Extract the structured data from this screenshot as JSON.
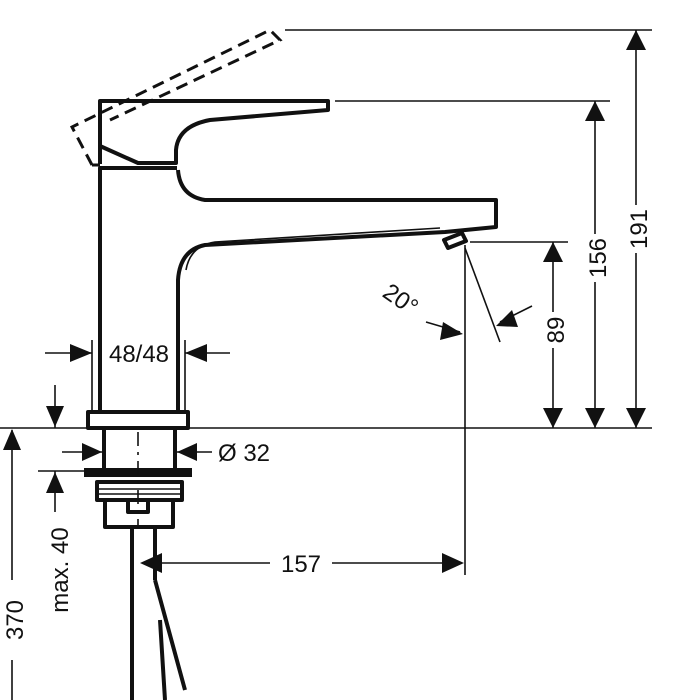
{
  "drawing": {
    "dimensions": {
      "total_height": "191",
      "handle_height": "156",
      "spout_height": "89",
      "body_width": "48/48",
      "drain_diameter": "Ø 32",
      "max_thickness": "max. 40",
      "pipe_length": "370",
      "projection": "157",
      "spout_angle": "20°"
    },
    "line_color": "#111111",
    "background": "#ffffff"
  }
}
